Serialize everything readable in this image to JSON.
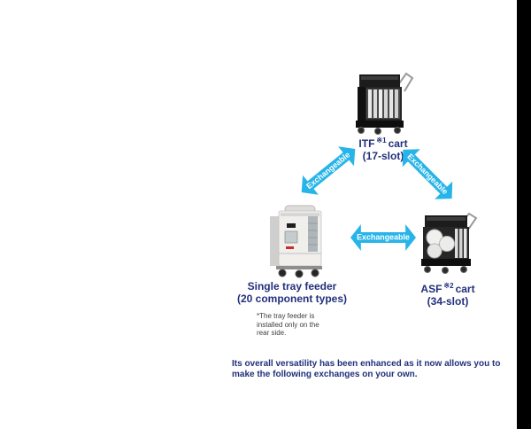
{
  "colors": {
    "label_navy": "#22307c",
    "arrow_cyan": "#27b4e8",
    "footnote_gray": "#3f3f3f",
    "right_bar": "#000000"
  },
  "machines": {
    "itf": {
      "prefix": "ITF",
      "ref_mark": "※1",
      "suffix": "cart",
      "slots": "(17-slot)"
    },
    "asf": {
      "prefix": "ASF",
      "ref_mark": "※2",
      "suffix": "cart",
      "slots": "(34-slot)"
    },
    "tray": {
      "line1": "Single tray feeder",
      "line2": "(20  component types)"
    }
  },
  "arrows": {
    "top_left_label": "Exchangeable",
    "top_right_label": "Exchangeable",
    "middle_label": "Exchangeable"
  },
  "footnote": "*The tray feeder is\ninstalled only on the\nrear side.",
  "caption": "Its overall versatility has been enhanced as it now allows you to\nmake the following exchanges on your own."
}
